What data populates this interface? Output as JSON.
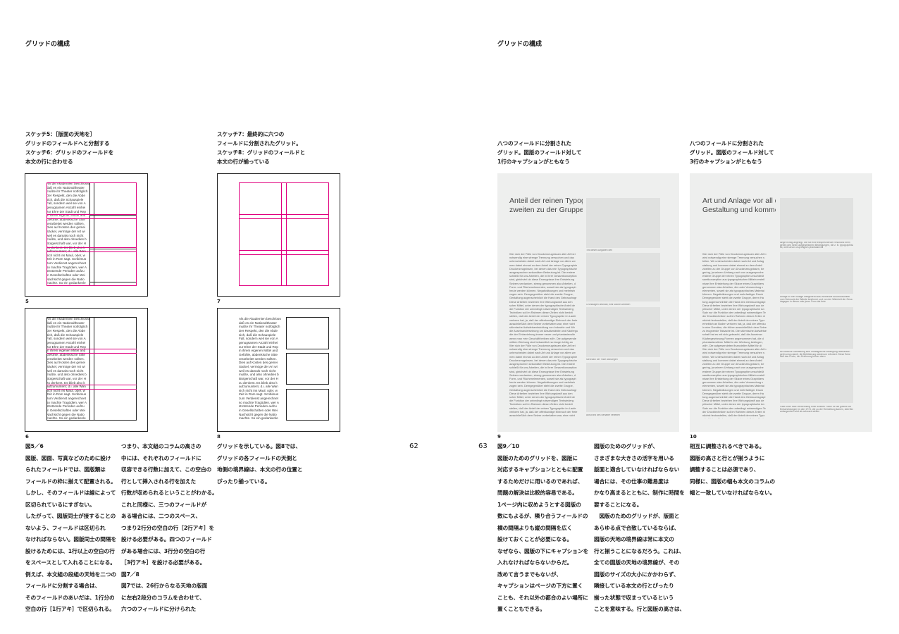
{
  "left_page": {
    "running_title": "グリッドの構成",
    "captions": [
      [
        "スケッチ5：［版面の天地を］",
        "グリッドのフィールドへと分割する",
        "スケッチ6：グリッドのフィールドを",
        "本文の行に合わせる"
      ],
      [
        "スケッチ7：最終的に六つの",
        "フィールドに分割されたグリッド。",
        "スケッチ8：グリッドのフィールドと",
        "本文の行が揃っている"
      ]
    ],
    "figure_numbers": [
      "5",
      "6",
      "7",
      "8"
    ],
    "body_columns": [
      [
        "図5／6",
        "図版、図面、写真などのために設け",
        "られたフィールドでは、図版類は",
        "フィールドの枠に揃えて配置される。",
        "しかし、そのフィールドは線によって",
        "区切られているにすぎない。",
        "したがって、図版同士が接することの",
        "ないよう、フィールドは区切られ",
        "なければならない。図版同士の間隔を",
        "設けるためには、1行以上の空白の行",
        "をスペースとして入れることになる。",
        "例えば、本文組の段組の天地を二つの",
        "フィールドに分割する場合は、",
        "そのフィールドのあいだは、1行分の",
        "空白の行［1行アキ］で区切られる。"
      ],
      [
        "つまり、本文組のコラムの高さの",
        "中には、それぞれのフィールドに",
        "収容できる行数に加えて、この空白の",
        "行として挿入される行を加えた",
        "行数が収められるということがわかる。",
        "これと同様に、三つのフィールドが",
        "ある場合には、二つのスペース、",
        "つまり2行分の空白の行［2行アキ］を",
        "設ける必要がある。四つのフィールド",
        "がある場合には、3行分の空白の行",
        "［3行アキ］を設ける必要がある。",
        "図7／8",
        "図7では、26行からなる天地の版面",
        "に左右2段分のコラムを合わせて、",
        "六つのフィールドに分けられた"
      ],
      [
        "グリッドを示している。図8では、",
        "グリッドの各フィールドの天側と",
        "地側の境界線は、本文の行の位置と",
        "ぴったり揃っている。"
      ]
    ],
    "page_number": "62"
  },
  "right_page": {
    "running_title": "グリッドの構成",
    "captions": [
      [
        "八つのフィールドに分割された",
        "グリッド。図版のフィールド対して",
        "1行のキャプションがともなう"
      ],
      [
        "八つのフィールドに分割された",
        "グリッド。図版のフィールド対して",
        "3行のキャプションがともなう"
      ]
    ],
    "figure_numbers": [
      "9",
      "10"
    ],
    "body_columns": [
      [
        "図9／10",
        "図版のためのグリッドを、図版に",
        "対応するキャプションとともに配置",
        "するためだけに用いるのであれば、",
        "問題の解決は比較的容易である。",
        "1ページ内に収めようとする図版の",
        "数にもよるが、隣り合うフィールドの",
        "横の間隔よりも縦の間隔を広く",
        "設けておくことが必要になる。",
        "なぜなら、図版の下にキャプションを",
        "入れなければならないからだ。",
        "改めて言うまでもないが、",
        "キャプションはページの下方に置く",
        "ことも、それ以外の都合のよい場所に",
        "置くこともできる。"
      ],
      [
        "図版のためのグリッドが、",
        "さまざまな大きさの活字を用いる",
        "版面と適合していなければならない",
        "場合には、その仕事の難易度は",
        "かなり高まるとともに、制作に時間を",
        "要することになる。",
        "　図版のためのグリッドが、版面と",
        "あらゆる点で合致しているならば、",
        "図版の天地の境界線は常に本文の",
        "行と揃うことになるだろう。これは、",
        "全ての図版の天地の境界線が、その",
        "図版のサイズの大小にかかわらず、",
        "隣接している本文の行とぴったり",
        "揃った状態で収まっているという",
        "ことを意味する。行と図版の高さは、"
      ],
      [
        "相互に調整されるべきである。",
        "図版の高さと行とが揃うように",
        "調整することは必須であり、",
        "同様に、図版の幅も本文のコラムの",
        "幅と一致していなければならない。"
      ]
    ],
    "page_number": "63"
  },
  "sketch_text": [
    "Als die Akademien beschlossen",
    "daß es ein Nationaltheater",
    "mußte ihr Theater notfolglich",
    "Der Respekt, den die Abde",
    "sich, daß die Schauspiele",
    "Fall, sondern weil sie von A",
    "genugsamen Anzahl einhei",
    "zur Ehre der Stadt und Rep",
    "in ihrem eigenen Mittel and",
    "Gefühle, abdenkische Sitte",
    "verarbeitet werden sollten.",
    "Dies auf Kosten des gemei",
    "Säckel, vermöge der Art wi",
    "weil es damals noch nicht",
    "mußte, und also ohnedies b",
    "Bürgerschaft war, vor der H",
    "zu denkent. Es blieb also k",
    "aufzumuntern; d.i. alle Wan",
    "sich nicht ins Maul, oder, w",
    "Zeit in Rom sagt. Scribimus",
    "zum Verdienst angerechnet",
    "so machte Tragödien, wer A",
    "strotzende Perioden aufzu",
    "in Gesellschaften oder Wei",
    "Nachsicht gegen die Natio",
    "machte. So ein gedankenle"
  ],
  "spread9": {
    "heading": [
      "Anteil der reinen Typographie",
      "zweiten zu der Gruppe von"
    ],
    "image_captions": [
      "Teil dieser Aufgaben den",
      "Grundlagen deshalb, weil solche Arbeiten",
      "Mehrzahl der Fälle abzulegen",
      "aufGrund des Behälter verleiten"
    ],
    "body_lines": [
      "Wer sich der Fülle von Druckerzeugnissen aller Art bei",
      "notwendig eine strenge Trennung versuchen und das",
      "unterscheiden dabei nach Art und Anlage vor allem zw",
      "men dabei einmal zu dem Anteil der reinen Typographie",
      "Druckerzeugnissen, bei denen das rein Typographische",
      "ausgesprochen sekundärer Bedeutung ist. Die erstere",
      "schließt für uns Arbeiten, die in ihrer Gesamtkonzeption",
      "sind, gleichviel ob diese Erzeugnisse ihre Entstehung",
      "Setzers verdanken, streng genommen also Arbeiten, d",
      "Form- und Flächenelementen, soweit sie als typograph",
      "heute werden können. Negativätzungen und mehrfarb",
      "zogen sein. Demgegenüber steht die zweite Gruppe,",
      "Gestaltung augenscheinlich die Hand des Gebrauchsgr",
      "Diese Arbeiten beziehen ihre Wirkungskraft aus den",
      "scher Mittel, unter denen der typographische Anteil de",
      "die Funktion der unbedingt notwendigen Textwiederg",
      "Techniken soll im Rahmen dieser Zeilen nicht bestrit",
      "stellen, daß der Anteil der reinen Typographie im Laufe",
      "verloren hat, ja, daß der offenkundige Einbruch der freie",
      "ausschließlich dem Setzer vorbehalten war, eine nicht",
      "stürmische Aufwärtsentwicklung von Industrie und Wir",
      "die Auseinandersetzung um Absatzmärkte und Käufergu",
      "die der Einbeziehung immer neuer und phantasievolle",
      "wenn man »ein Geschäft treiben will«. Die aufgewende",
      "mittlen Werbung sind bekanntlich so lange richtig an"
    ]
  },
  "spread10": {
    "heading": [
      "Art und Anlage vor all der",
      "Gestaltung und kommen"
    ],
    "image_captions": [
      [
        "lange richtig angelegt, wie sie eine entsprechende Resonanz beim",
        "gehen den ihnen aufgewiesenen Bedingungen, die z. B. typographisch",
        "ist, weil schon ursprünglich phantasievoll"
      ],
      [
        "Anlage in ihrer Anlage weitgehend das Werbende Ausdrucksmittel",
        "vom Schmuck der Wände bestimmt, und von der Wahrheit der Gesa",
        "dagegen in dieser oder jener Form als freie"
      ],
      [
        "ein bildliche Darstellung eine umfangreiche Bedingung überlassen",
        "geht schon damit, die Bebilderung wiederum erfordert. Diese Sche",
        "daß das Photo, der Zeichnung immer dann"
      ],
      [
        "Falle unter bald Verwendung einer zweiten Farbe für die gleiche Art",
        "Entscheidungen im den 1774, die zu der Herstellung kamen, daß Bed",
        "anfangendes wird als schwarz stellen"
      ]
    ],
    "body_lines": [
      "Wer sich der Fülle von Druckerzeugnissen aller Art b",
      "wird notwendig eine strenge Trennung versuchen s",
      "teilen. Wir unterscheiden dabei nach Art und Anlag",
      "staltung und kommen dabei einmal zu dem Anteil",
      "zweiten zu der Gruppe von Druckerzeugnissen, be",
      "gering, ja seinem Umfang nach von ausgesproche",
      "erstere Gruppe der reinen Typographie umschließt",
      "samtkonzeption aus typographischen Mitteln erstell",
      "nisse ihre Entstehung der Skizze eines Graphikers",
      "genommen also Arbeiten, die unter Verwendung v",
      "elementen, soweit sie als typographisches Material",
      "können. Negativätzungen und mehrfarbiger Druck",
      "Demgegenüber steht die zweite Gruppe, deren Ha",
      "tung augenscheinlich die Hand des Gebrauchsgrapl",
      "Diese Arbeiten beziehen ihre Wirkungskraft aus de",
      "phischer Mittel, unter denen der typographische An",
      "Satz nur die Funktion der unbedingt notwendigen Te",
      "der Drucktechniken soll im Rahmen dieser Zeilen ni",
      "nächst festzustellen, daß der Anteil der reinen Typo",
      "erheblich an Boden verloren hat, ja, daß der offenku",
      "in eine Domäne, die früher ausschließlich dem Setze",
      "zu leugnende Tatsache ist. Die stürmische Aufwärtse",
      "schaft hat es mit sich gebracht, daß die Auseinan",
      "Käufergewinnung Formen angenommen hat, die d",
      "phantasievollerer Mittel in der Werbung bedingen,",
      "will«. Die aufgewendeten finanziellen Mittel für di"
    ]
  },
  "colors": {
    "grid_magenta": "#e0007f",
    "spread_bg": "#eeefee",
    "image_placeholder": "#e0e1e0"
  }
}
